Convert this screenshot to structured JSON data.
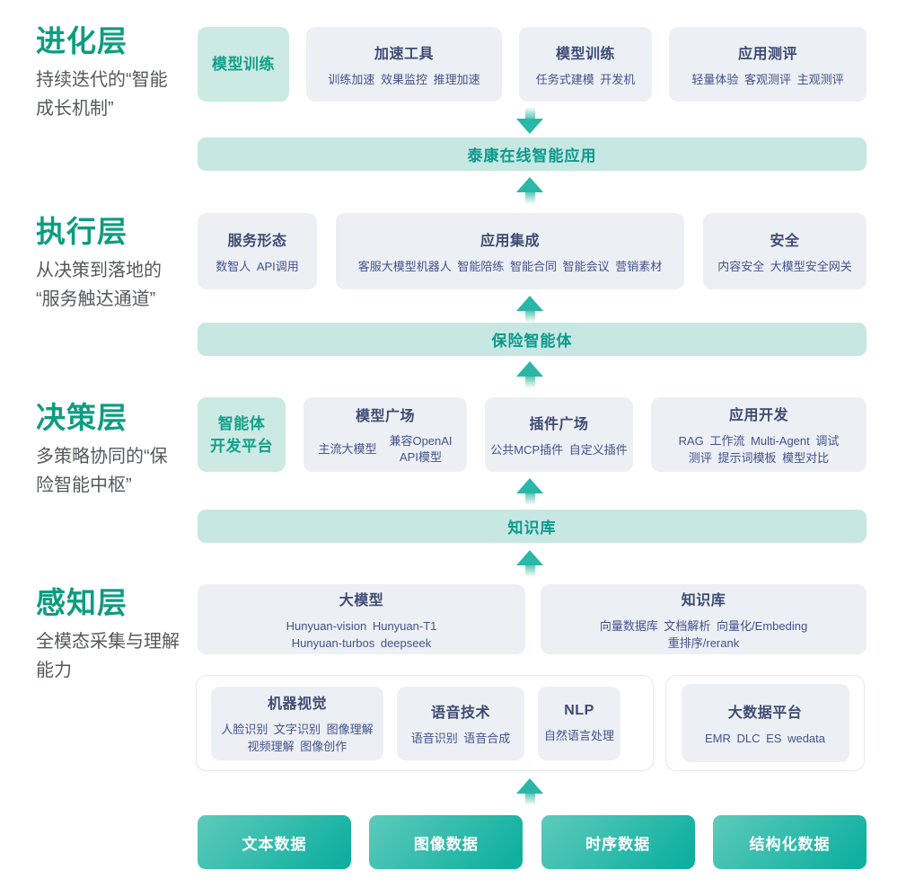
{
  "layers": {
    "evolution": {
      "title": "进化层",
      "desc1": "持续迭代的“智能",
      "desc2": "成长机制”"
    },
    "execution": {
      "title": "执行层",
      "desc1": "从决策到落地的",
      "desc2": "“服务触达通道”"
    },
    "decision": {
      "title": "决策层",
      "desc1": "多策略协同的“保",
      "desc2": "险智能中枢”"
    },
    "perception": {
      "title": "感知层",
      "desc1": "全模态采集与理解",
      "desc2": "能力"
    }
  },
  "row_evolution": {
    "highlight": "模型训练",
    "accel_tools": {
      "title": "加速工具",
      "sub": "训练加速 效果监控 推理加速"
    },
    "model_training": {
      "title": "模型训练",
      "sub": "任务式建模 开发机"
    },
    "app_eval": {
      "title": "应用测评",
      "sub": "轻量体验 客观测评 主观测评"
    }
  },
  "bands": {
    "app": "泰康在线智能应用",
    "agent": "保险智能体",
    "kb": "知识库"
  },
  "row_execution": {
    "service_form": {
      "title": "服务形态",
      "sub": "数智人 API调用"
    },
    "app_integration": {
      "title": "应用集成",
      "sub": "客服大模型机器人 智能陪练 智能合同 智能会议 营销素材"
    },
    "security": {
      "title": "安全",
      "sub": "内容安全 大模型安全网关"
    }
  },
  "row_decision": {
    "agent_platform_line1": "智能体",
    "agent_platform_line2": "开发平台",
    "model_square": {
      "title": "模型广场",
      "item1": "主流大模型",
      "item2a": "兼容OpenAI",
      "item2b": "API模型"
    },
    "plugin_square": {
      "title": "插件广场",
      "sub": "公共MCP插件 自定义插件"
    },
    "app_dev": {
      "title": "应用开发",
      "sub1": "RAG 工作流 Multi-Agent 调试",
      "sub2": "测评 提示词模板 模型对比"
    }
  },
  "row_perception": {
    "llm": {
      "title": "大模型",
      "sub1": "Hunyuan-vision Hunyuan-T1",
      "sub2": "Hunyuan-turbos deepseek"
    },
    "kb": {
      "title": "知识库",
      "sub1": "向量数据库 文档解析 向量化/Embeding",
      "sub2": "重排序/rerank"
    },
    "cv": {
      "title": "机器视觉",
      "sub1": "人脸识别 文字识别 图像理解",
      "sub2": "视频理解 图像创作"
    },
    "speech": {
      "title": "语音技术",
      "sub": "语音识别 语音合成"
    },
    "nlp": {
      "title": "NLP",
      "sub": "自然语言处理"
    },
    "bigdata": {
      "title": "大数据平台",
      "sub": "EMR DLC ES wedata"
    }
  },
  "data_sources": {
    "text": "文本数据",
    "image": "图像数据",
    "timeseries": "时序数据",
    "structured": "结构化数据"
  },
  "colors": {
    "accent_green": "#0e9c80",
    "teal_box_bg": "#cce9e3",
    "teal_box_text": "#12a089",
    "band_bg": "#c7e7e2",
    "band_text": "#0a9a8c",
    "gray_box_bg": "#eceff4",
    "box_title_text": "#3d4b72",
    "box_sub_text": "#44528c",
    "arrow_teal": "#2ab7a7",
    "button_gradient_from": "#5ecabb",
    "button_gradient_to": "#10b0a0"
  }
}
